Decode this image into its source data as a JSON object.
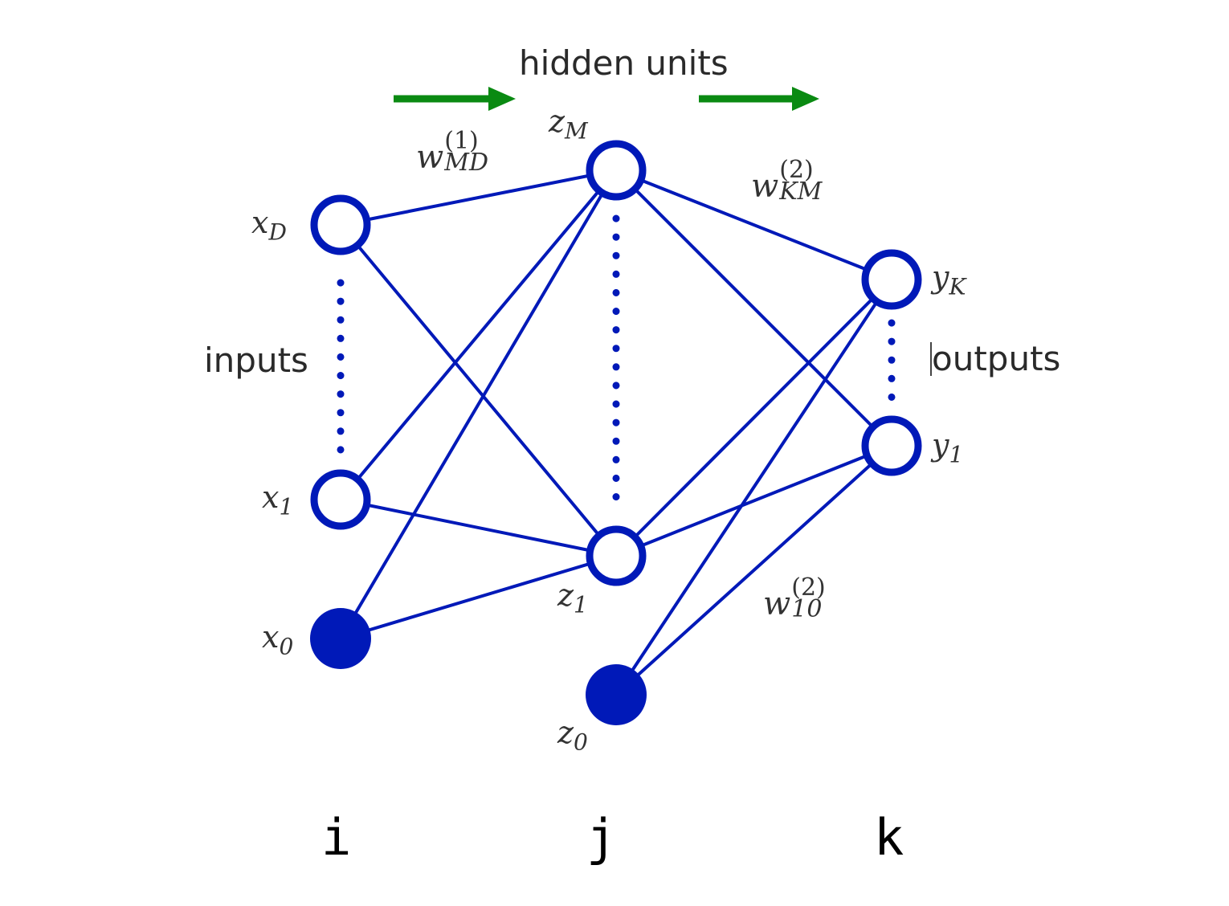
{
  "layers": {
    "hidden_units_label": "hidden units",
    "inputs_label": "inputs",
    "outputs_label": "outputs"
  },
  "nodes": {
    "xD": {
      "var": "x",
      "sub": "D"
    },
    "x1": {
      "var": "x",
      "sub": "1"
    },
    "x0": {
      "var": "x",
      "sub": "0"
    },
    "zM": {
      "var": "z",
      "sub": "M"
    },
    "z1": {
      "var": "z",
      "sub": "1"
    },
    "z0": {
      "var": "z",
      "sub": "0"
    },
    "yK": {
      "var": "y",
      "sub": "K"
    },
    "y1": {
      "var": "y",
      "sub": "1"
    }
  },
  "weights": {
    "w1_MD": {
      "var": "w",
      "sup": "(1)",
      "sub": "MD"
    },
    "w2_KM": {
      "var": "w",
      "sup": "(2)",
      "sub": "KM"
    },
    "w2_10": {
      "var": "w",
      "sup": "(2)",
      "sub": "10"
    }
  },
  "indices": {
    "i": "i",
    "j": "j",
    "k": "k"
  },
  "colors": {
    "network": "#0019b8",
    "arrow": "#0a8a12",
    "text": "#2a2a2a"
  }
}
